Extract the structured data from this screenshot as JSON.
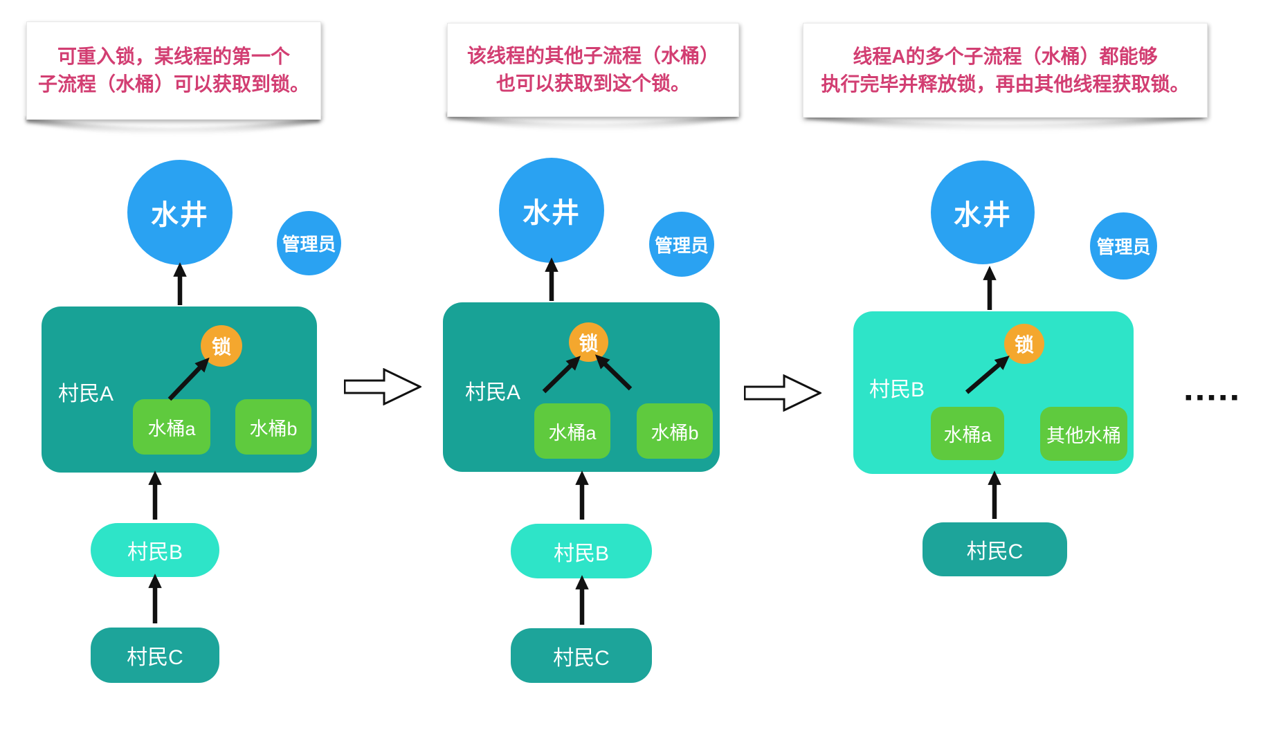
{
  "colors": {
    "well_blue": "#2aa2f2",
    "owner_teal": "#18a296",
    "owner_turquoise": "#2ee4c8",
    "bucket_green": "#5fca3e",
    "lock_orange": "#f4a72e",
    "note_pink": "#d23e72",
    "arrow_black": "#111111"
  },
  "panels": [
    {
      "note": {
        "line1": "可重入锁，某线程的第一个",
        "line2": "子流程（水桶）可以获取到锁。"
      },
      "well": "水井",
      "admin": "管理员",
      "owner": "村民A",
      "lock": "锁",
      "bucket1": "水桶a",
      "bucket2": "水桶b",
      "queue1": "村民B",
      "queue2": "村民C"
    },
    {
      "note": {
        "line1": "该线程的其他子流程（水桶）",
        "line2": "也可以获取到这个锁。"
      },
      "well": "水井",
      "admin": "管理员",
      "owner": "村民A",
      "lock": "锁",
      "bucket1": "水桶a",
      "bucket2": "水桶b",
      "queue1": "村民B",
      "queue2": "村民C"
    },
    {
      "note": {
        "line1": "线程A的多个子流程（水桶）都能够",
        "line2": "执行完毕并释放锁，再由其他线程获取锁。"
      },
      "well": "水井",
      "admin": "管理员",
      "owner": "村民B",
      "lock": "锁",
      "bucket1": "水桶a",
      "bucket2": "其他水桶",
      "queue2": "村民C"
    }
  ],
  "ellipsis": "▪▪▪▪▪"
}
